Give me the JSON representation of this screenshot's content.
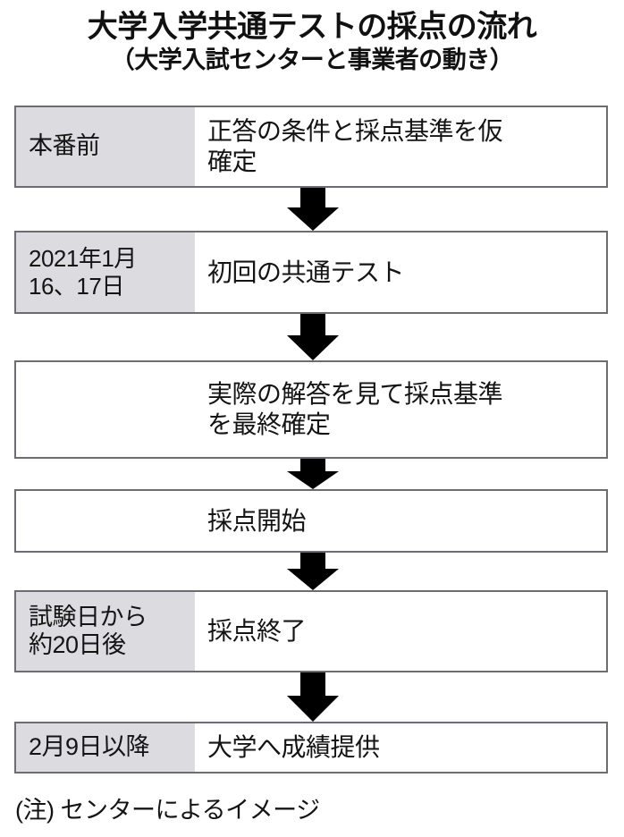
{
  "header": {
    "title": "大学入学共通テストの採点の流れ",
    "subtitle": "（大学入試センターと事業者の動き）"
  },
  "flow": {
    "steps": [
      {
        "label": "本番前",
        "text": "正答の条件と採点基準を仮\n確定"
      },
      {
        "label": "2021年1月\n16、17日",
        "text": "初回の共通テスト"
      },
      {
        "label": "",
        "text": "実際の解答を見て採点基準\nを最終確定"
      },
      {
        "label": "",
        "text": "採点開始"
      },
      {
        "label": "試験日から\n約20日後",
        "text": "採点終了"
      },
      {
        "label": "2月9日以降",
        "text": "大学へ成績提供"
      }
    ],
    "arrow_count": 5
  },
  "footnote": {
    "text": "(注) センターによるイメージ"
  },
  "colors": {
    "label_fill": "#dcdce0",
    "box_border": "#6c6c72",
    "arrow_fill": "#000000",
    "text": "#141414",
    "background": "#ffffff"
  }
}
